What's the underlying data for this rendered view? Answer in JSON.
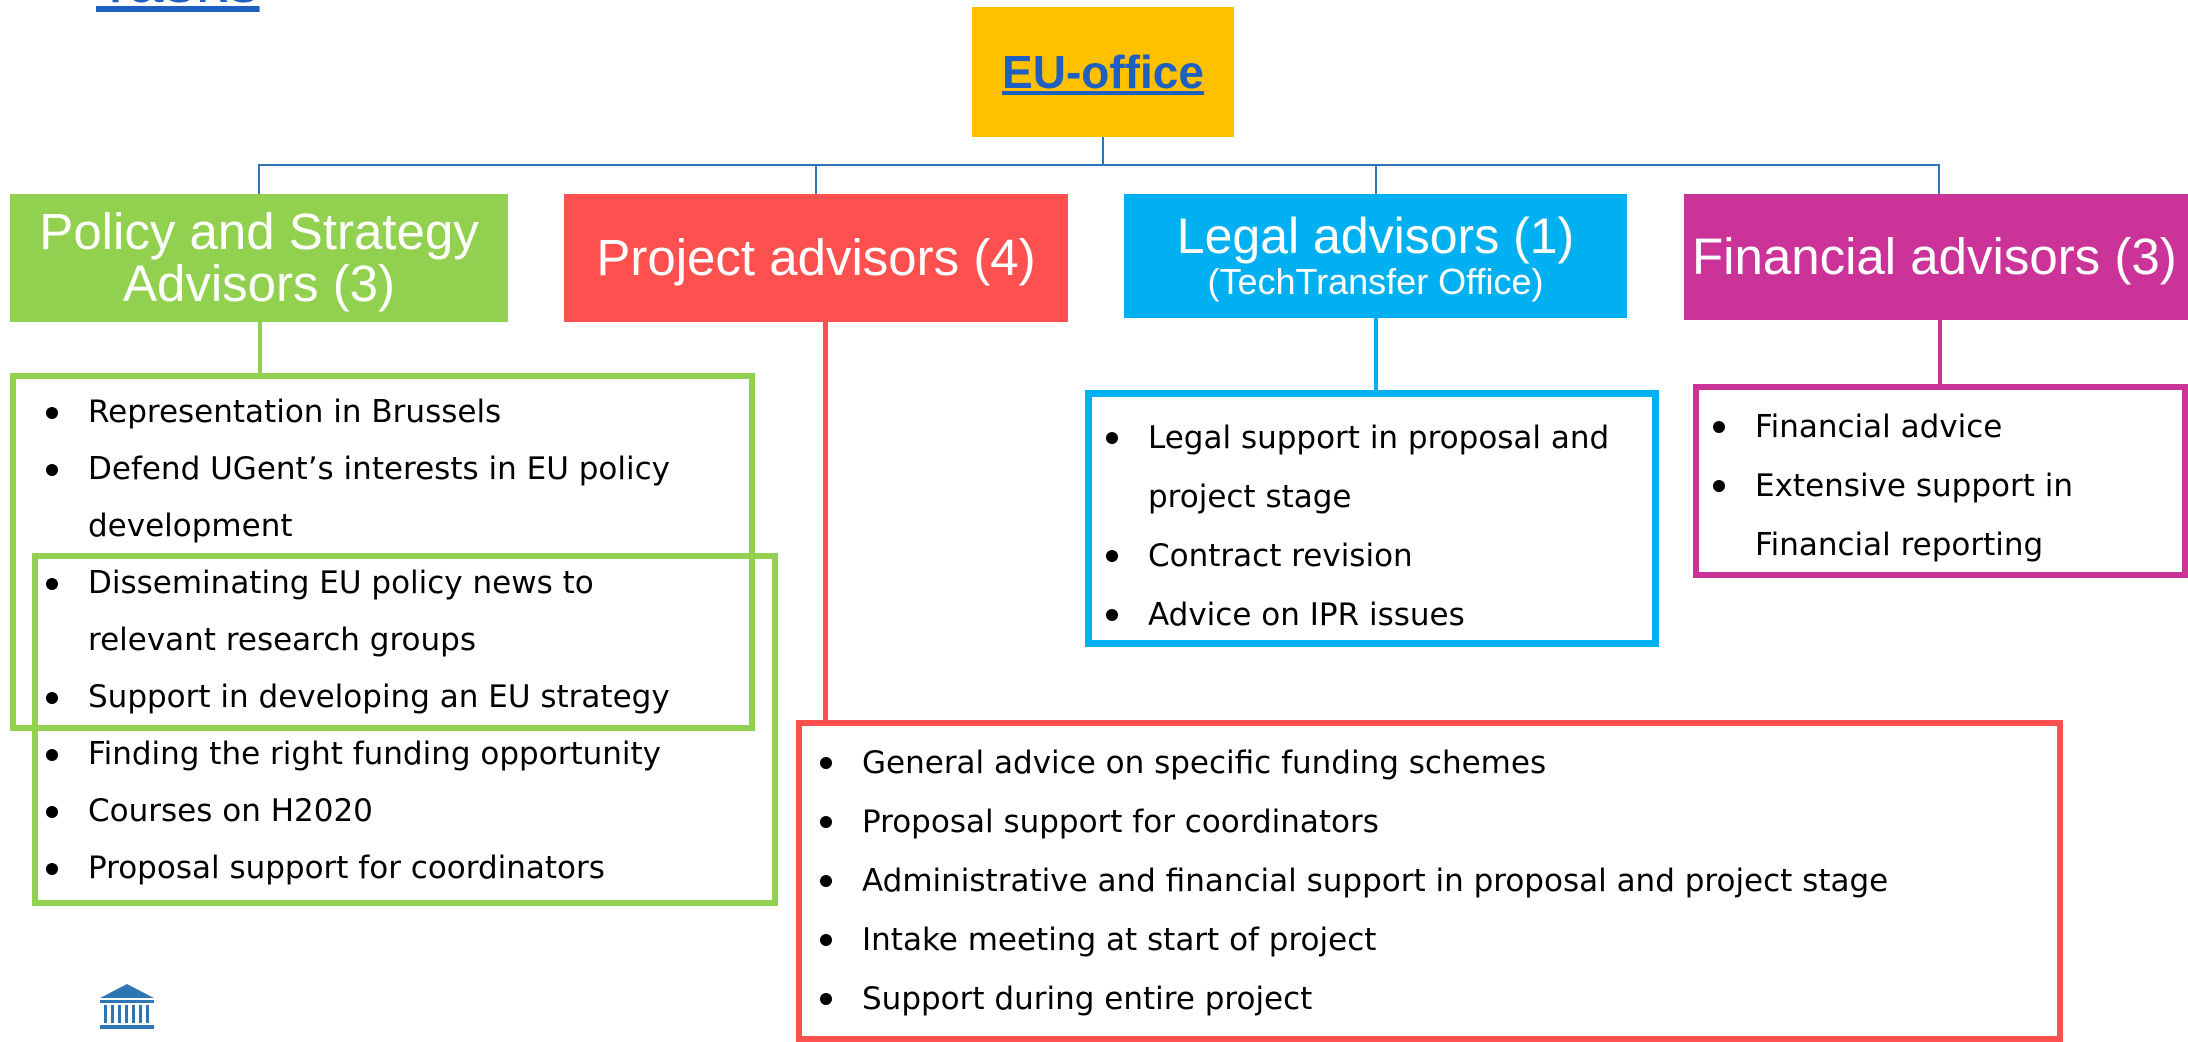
{
  "page": {
    "title": "Tasks"
  },
  "root": {
    "label": "EU-office",
    "color": "#ffc000",
    "text_color": "#1f5fbf"
  },
  "departments": [
    {
      "name": "Policy and Strategy Advisors (3)",
      "color": "#92d050",
      "tasks": [
        "Representation in Brussels",
        "Defend UGent’s interests in EU policy development",
        "Disseminating EU policy news to relevant research groups",
        "Support in developing an EU strategy",
        "Finding the right funding opportunity",
        "Courses on H2020",
        "Proposal support for coordinators"
      ]
    },
    {
      "name": "Project advisors (4)",
      "color": "#ff5050",
      "tasks": [
        "General advice on specific funding schemes",
        "Proposal support for coordinators",
        "Administrative and financial support in proposal and project stage",
        "Intake meeting at start of project",
        "Support during entire project"
      ]
    },
    {
      "name": "Legal advisors (1)",
      "subtitle": "(TechTransfer Office)",
      "color": "#00b0f0",
      "tasks": [
        "Legal support in proposal and project stage",
        "Contract revision",
        "Advice on IPR issues"
      ]
    },
    {
      "name": "Financial advisors (3)",
      "color": "#cc3399",
      "tasks": [
        "Financial advice",
        "Extensive support in Financial reporting"
      ]
    }
  ],
  "icons": {
    "footer": "institution-building-icon"
  }
}
